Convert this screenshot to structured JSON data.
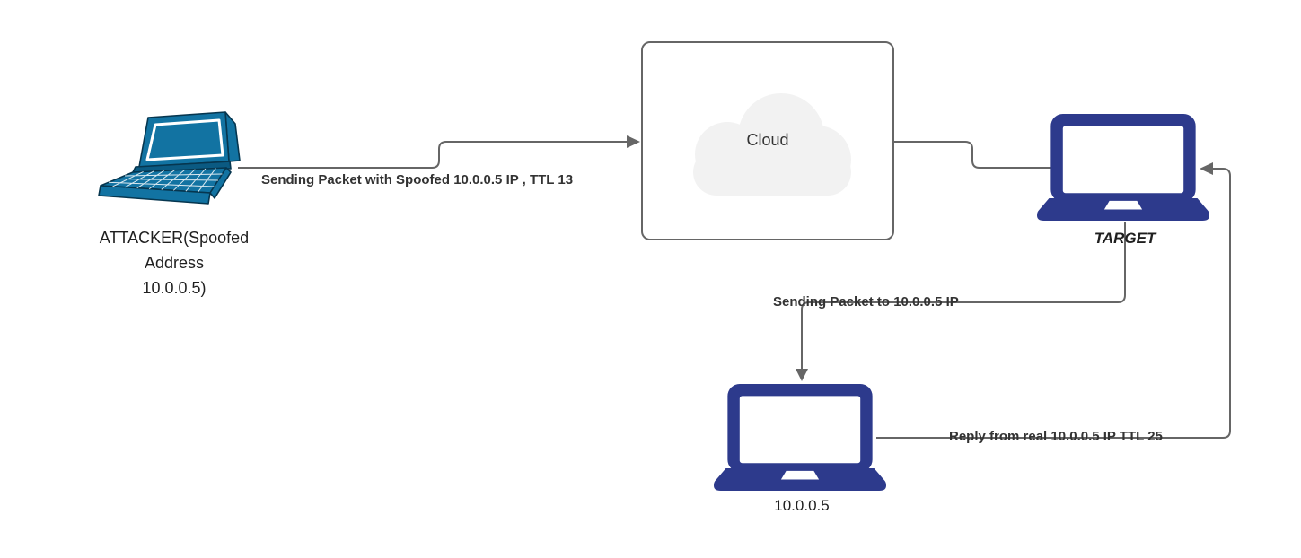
{
  "diagram": {
    "title_hint": "IP spoofing network diagram",
    "nodes": {
      "attacker": {
        "label": "ATTACKER(Spoofed\nAddress\n10.0.0.5)",
        "icon": "laptop-perspective-icon"
      },
      "cloud": {
        "label": "Cloud",
        "icon": "cloud-icon"
      },
      "target": {
        "label": "TARGET",
        "icon": "laptop-front-icon"
      },
      "real_host": {
        "label": "10.0.0.5",
        "icon": "laptop-front-icon"
      }
    },
    "edges": {
      "attacker_to_cloud": {
        "label": "Sending Packet with Spoofed 10.0.0.5 IP , TTL 13"
      },
      "cloud_to_target": {
        "label": ""
      },
      "target_to_real_host": {
        "label": "Sending Packet to 10.0.0.5 IP"
      },
      "real_host_to_target": {
        "label": "Reply from real 10.0.0.5 IP TTL 25"
      }
    },
    "colors": {
      "connector": "#666666",
      "edge_label_text": "#333333",
      "node_label_text": "#1f1f1f",
      "laptop_navy": "#2d3a8c",
      "laptop_teal": "#1273a2",
      "laptop_teal_outline": "#06364f",
      "cloud_fill": "#f2f2f2",
      "cloud_box_border": "#666666",
      "screen_white": "#ffffff"
    }
  }
}
